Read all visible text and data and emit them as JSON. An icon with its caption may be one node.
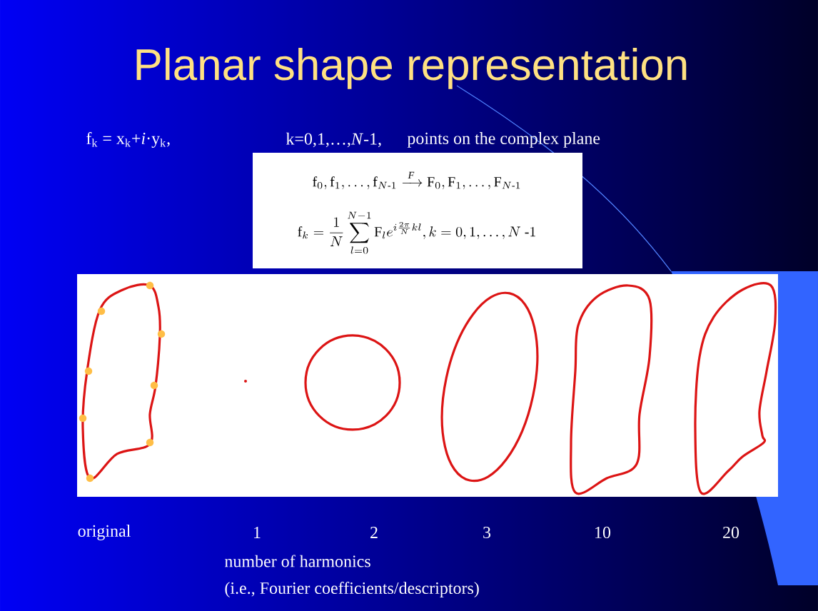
{
  "diagram": {
    "title": "Planar shape representation",
    "labels": [
      "f$_{k}$ = x$_{k}$+*i*·y$_{k}$,",
      "k=0,1,…,*N*-1,",
      "points on the complex plane",
      "\\mathrm{f}_0,\\mathrm{f}_1,\\ldots,\\mathrm{f}_{N\\text{-}1}\\xrightarrow{\\;\\mathit{F}\\;}\\mathrm{F}_0,\\mathrm{F}_1,\\ldots,\\mathrm{F}_{N\\text{-}1}",
      "\\mathrm{f}_k=\\frac{1}{N}\\sum_{l=0}^{N-1}\\mathrm{F}_l e^{i\\frac{2\\pi}{N}kl},k=0,1,\\ldots,N\\text{ -}1",
      "original",
      "1",
      "2",
      "3",
      "10",
      "20",
      "number of harmonics",
      "(i.e., Fourier coefficients/descriptors)"
    ]
  }
}
